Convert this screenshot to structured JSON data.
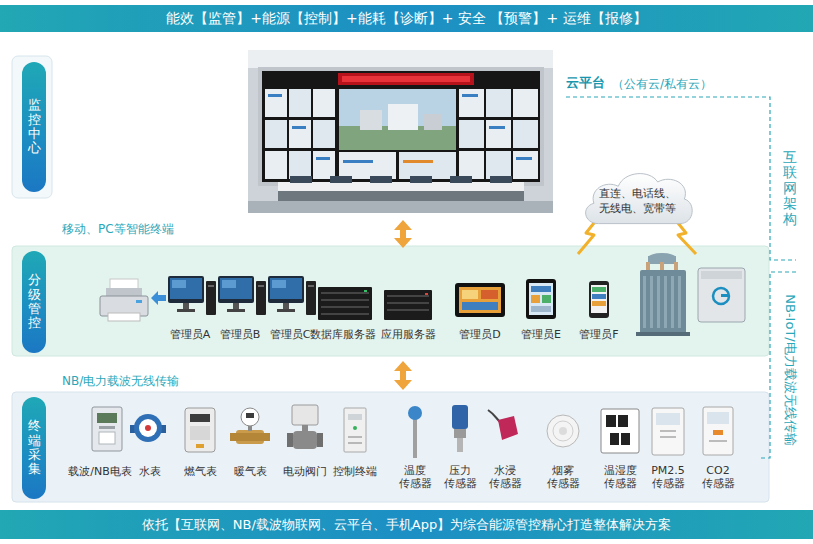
{
  "diagram": {
    "title": "能效【监管】+能源【控制】+能耗【诊断】+ 安全 【预警】+ 运维【报修】",
    "caption": "依托【互联网、NB/载波物联网、云平台、手机App】为综合能源管控精心打造整体解决方案",
    "nodes": [
      {
        "text": [
          "监控中心"
        ]
      },
      {
        "text": [
          "分级管控"
        ]
      },
      {
        "text": [
          "终端采集"
        ]
      },
      {
        "text": [
          "直连、电话线、无线电、宽带等"
        ]
      }
    ],
    "labels": [
      "云平台",
      "（公有云/私有云）",
      "互联网架构",
      "移动、PC等智能终端",
      "管理员A",
      "管理员B",
      "管理员C",
      "数据库服务器",
      "应用服务器",
      "管理员D",
      "管理员E",
      "管理员F",
      "NB-IoT/电力载波无线传输",
      "NB/电力载波无线传输",
      "载波/NB电表",
      "水表",
      "燃气表",
      "暖气表",
      "电动阀门",
      "控制终端",
      "温度 传感器",
      "压力 传感器",
      "水浸 传感器",
      "烟雾 传感器",
      "温湿度 传感器",
      "PM2.5 传感器",
      "CO2 传感器"
    ]
  }
}
